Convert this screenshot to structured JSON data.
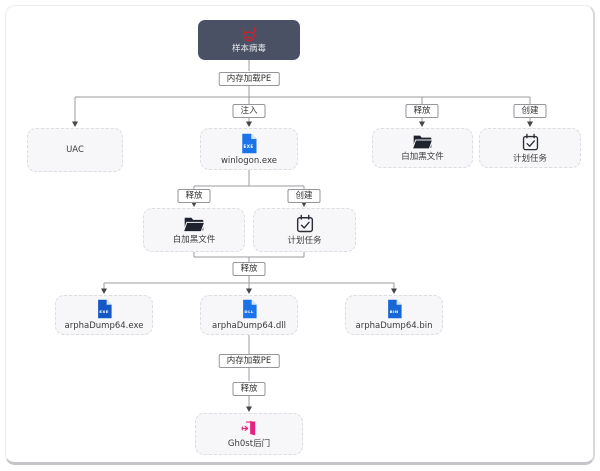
{
  "nodes": {
    "root": {
      "label": "样本病毒"
    },
    "uac": {
      "label": "UAC"
    },
    "winlogon": {
      "label": "winlogon.exe",
      "badge": "EXE"
    },
    "whiteblack_right": {
      "label": "白加黑文件"
    },
    "task_right": {
      "label": "计划任务"
    },
    "whiteblack_mid": {
      "label": "白加黑文件"
    },
    "task_mid": {
      "label": "计划任务"
    },
    "file_exe": {
      "label": "arphaDump64.exe",
      "badge": "EXE"
    },
    "file_dll": {
      "label": "arphaDump64.dll",
      "badge": "DLL"
    },
    "file_bin": {
      "label": "arphaDump64.bin",
      "badge": "BIN"
    },
    "ghost": {
      "label": "Gh0st后门"
    }
  },
  "edges": {
    "memload_top": "内存加载PE",
    "inject": "注入",
    "release_right": "释放",
    "create_right": "创建",
    "release_mid_left": "释放",
    "create_mid": "创建",
    "release_merge": "释放",
    "memload_bottom": "内存加载PE",
    "release_bottom": "释放"
  },
  "colors": {
    "root_bg": "#4a5164",
    "virus_red": "#c8232f",
    "winlogon_blue": "#1a73e8",
    "file_exe_blue": "#1358c5",
    "file_dll_blue": "#1a73e8",
    "file_bin_blue": "#1767d6",
    "file_fold": "#d8e4f8",
    "folder_dark": "#1f232e",
    "calendar_dark": "#2a2e38",
    "door_pink": "#e5237f",
    "line_gray": "#9b9ba0",
    "node_bg": "#f7f7f9"
  }
}
